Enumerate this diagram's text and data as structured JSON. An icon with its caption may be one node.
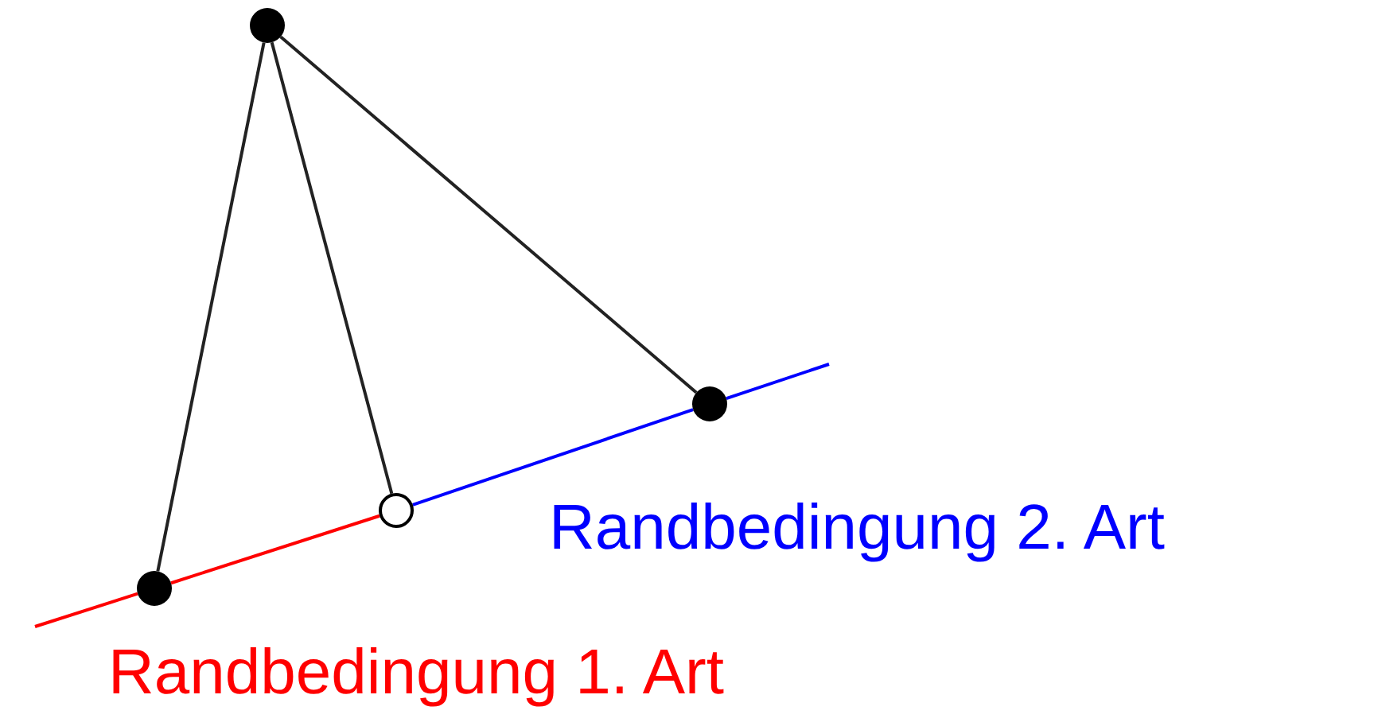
{
  "diagram": {
    "nodes": [
      {
        "text": [],
        "shape": "circle"
      },
      {
        "text": [],
        "shape": "circle"
      },
      {
        "text": [],
        "shape": "circle"
      },
      {
        "text": [],
        "shape": "circle"
      }
    ],
    "edges": [
      {
        "from": 0,
        "to": 1,
        "arrow": "none"
      },
      {
        "from": 0,
        "to": 2,
        "arrow": "none"
      },
      {
        "from": 0,
        "to": 3,
        "arrow": "none"
      },
      {
        "from": null,
        "to": 3,
        "arrow": "none",
        "color": "#ff0000"
      },
      {
        "from": 3,
        "to": 2,
        "arrow": "none",
        "color": "#ff0000"
      },
      {
        "from": 2,
        "to": 1,
        "arrow": "none",
        "color": "#0000ff"
      },
      {
        "from": 1,
        "to": null,
        "arrow": "none",
        "color": "#0000ff"
      }
    ],
    "labels": [
      "Randbedingung 2. Art",
      "Randbedingung 1. Art"
    ]
  }
}
